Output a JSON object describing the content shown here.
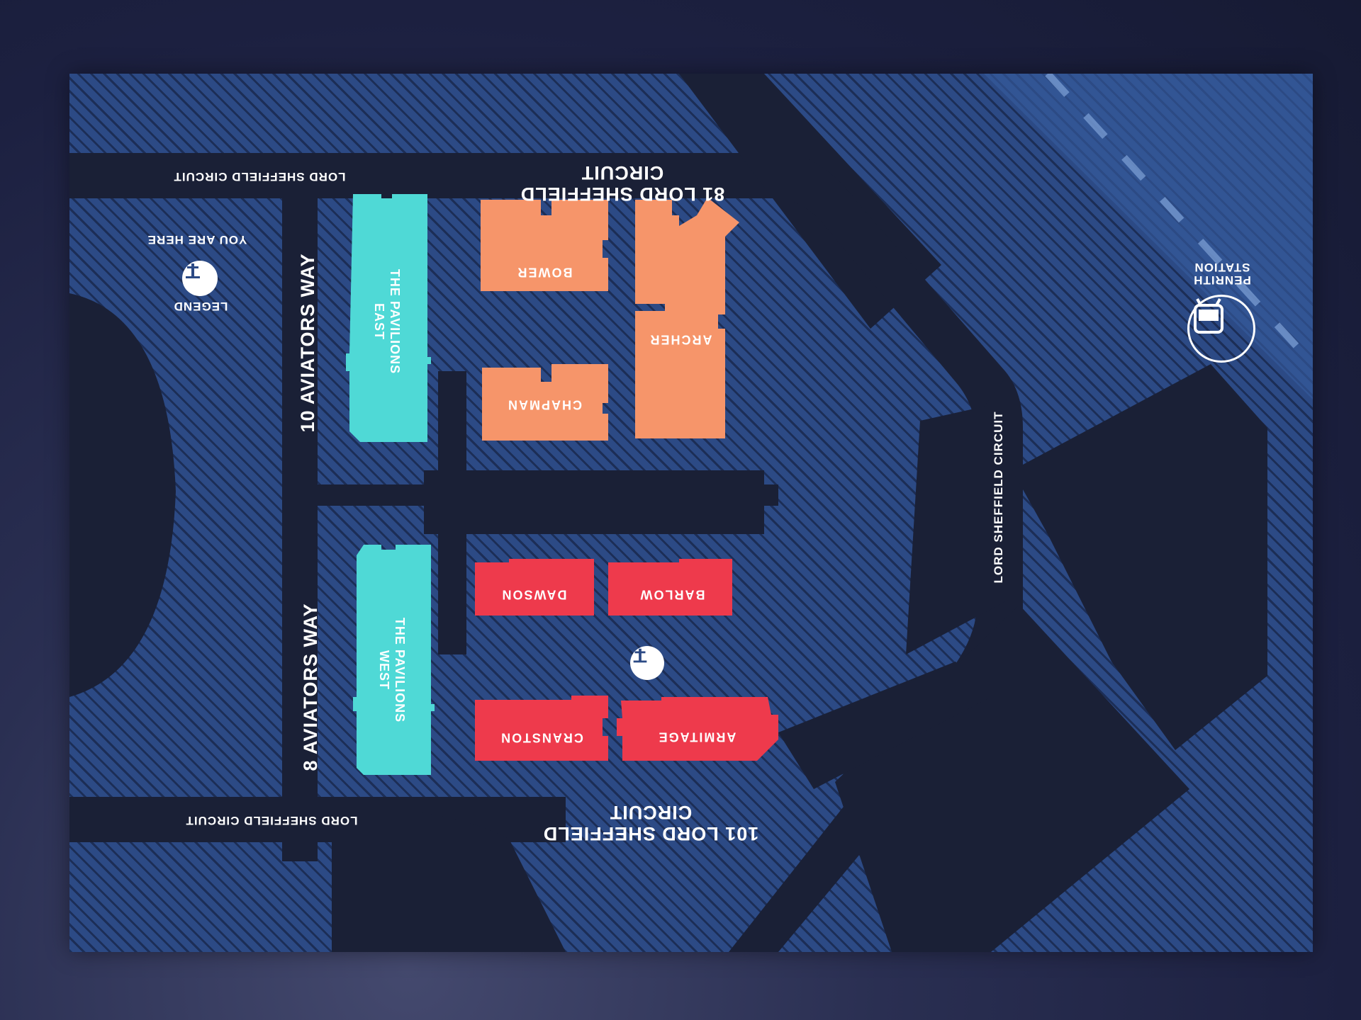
{
  "map": {
    "roads": {
      "top_left": "LORD SHEFFIELD CIRCUIT",
      "top_center_line1": "81 LORD SHEFFIELD",
      "top_center_line2": "CIRCUIT",
      "bottom_left": "LORD SHEFFIELD CIRCUIT",
      "bottom_center_line1": "101 LORD SHEFFIELD",
      "bottom_center_line2": "CIRCUIT",
      "aviators_north": "10 AVIATORS WAY",
      "aviators_south": "8 AVIATORS WAY",
      "right_vertical": "LORD SHEFFIELD CIRCUIT"
    },
    "buildings": {
      "pavilions_east_line1": "THE PAVILIONS",
      "pavilions_east_line2": "EAST",
      "pavilions_west_line1": "THE PAVILIONS",
      "pavilions_west_line2": "WEST",
      "bower": "BOWER",
      "chapman": "CHAPMAN",
      "archer": "ARCHER",
      "dawson": "DAWSON",
      "barlow": "BARLOW",
      "cranston": "CRANSTON",
      "armitage": "ARMITAGE"
    },
    "legend": {
      "title": "LEGEND",
      "you_are_here": "YOU ARE HERE"
    },
    "station": {
      "line1": "PENRITH",
      "line2": "STATION"
    },
    "colors": {
      "teal": "#4fd9d6",
      "orange": "#f6956a",
      "red": "#ee3a4c",
      "road": "#1a2036",
      "ground": "#2c4a85"
    },
    "icons": {
      "marker": "you-are-here-marker-icon",
      "train": "train-icon"
    }
  }
}
